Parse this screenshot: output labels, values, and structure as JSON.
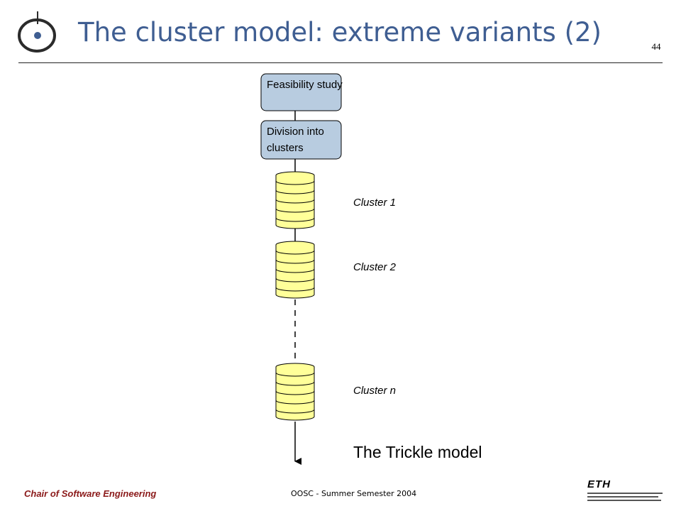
{
  "slide": {
    "title": "The cluster model: extreme variants (2)",
    "number": "44"
  },
  "diagram": {
    "boxes": [
      {
        "label": "Feasibility study"
      },
      {
        "label": "Division into clusters"
      }
    ],
    "clusters": [
      {
        "label": "Cluster 1"
      },
      {
        "label": "Cluster 2"
      },
      {
        "label": "Cluster n"
      }
    ],
    "caption": "The Trickle model"
  },
  "footer": {
    "chair": "Chair of Software Engineering",
    "course": "OOSC - Summer Semester 2004",
    "logo_text": "ETH"
  },
  "colors": {
    "title": "#3F5E92",
    "box_fill": "#B8CCE0",
    "cluster_fill": "#FFFF99",
    "chair_text": "#8B1A1A"
  },
  "icons": {
    "logo": "circle-dot-logo-icon",
    "eth": "eth-logo-icon"
  }
}
